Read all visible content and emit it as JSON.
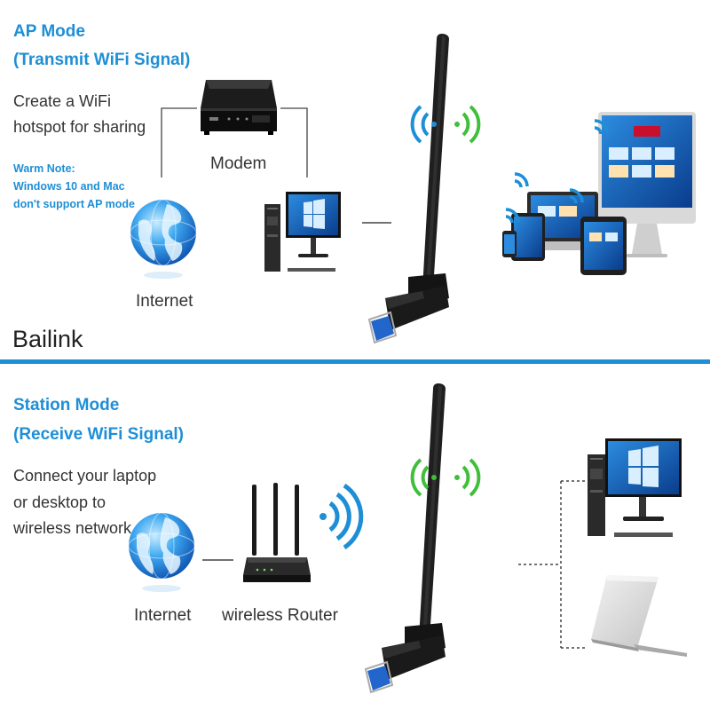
{
  "brand": "Bailink",
  "colors": {
    "accent": "#1e8fd6",
    "wifi_green": "#3fbf3a",
    "wifi_blue": "#1e8fd6"
  },
  "ap_mode": {
    "title_line1": "AP Mode",
    "title_line2": "(Transmit WiFi Signal)",
    "desc_line1": "Create a WiFi",
    "desc_line2": "hotspot for sharing",
    "note_line1": "Warm Note:",
    "note_line2": "Windows 10 and Mac",
    "note_line3": "don't support AP mode",
    "labels": {
      "modem": "Modem",
      "internet": "Internet"
    },
    "icons": [
      "globe-icon",
      "modem-icon",
      "desktop-pc-icon",
      "usb-wifi-adapter-icon",
      "wifi-signal-icon",
      "devices-group-icon"
    ]
  },
  "station_mode": {
    "title_line1": "Station Mode",
    "title_line2": "(Receive WiFi Signal)",
    "desc_line1": "Connect your laptop",
    "desc_line2": "or desktop to",
    "desc_line3": "wireless network",
    "labels": {
      "internet": "Internet",
      "router": "wireless Router"
    },
    "icons": [
      "globe-icon",
      "router-icon",
      "wifi-signal-icon",
      "usb-wifi-adapter-icon",
      "desktop-pc-icon",
      "laptop-icon"
    ]
  }
}
